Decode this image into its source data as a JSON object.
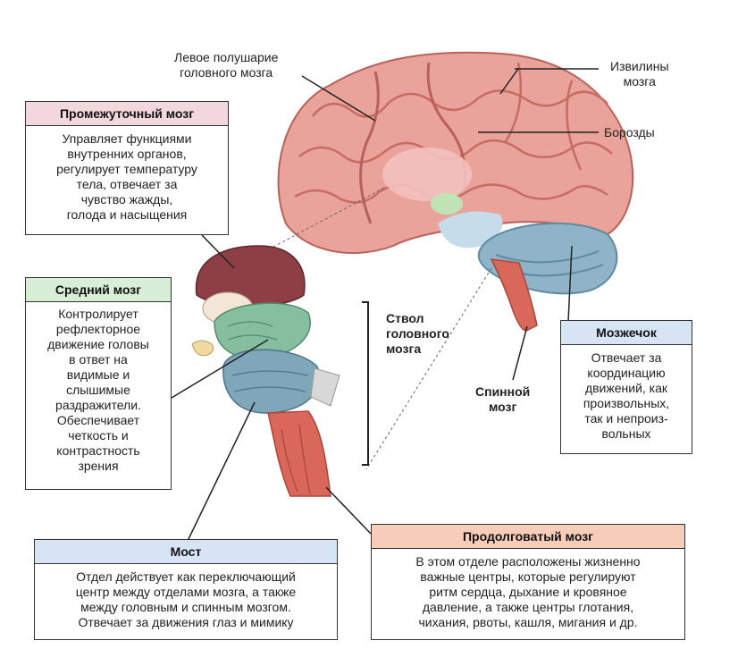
{
  "labels": {
    "left_hemisphere": "Левое полушарие\nголовного мозга",
    "gyri": "Извилины\nмозга",
    "sulci": "Борозды",
    "brainstem": "Ствол\nголовного\nмозга",
    "spinal_cord": "Спинной\nмозг"
  },
  "boxes": {
    "diencephalon": {
      "title": "Промежуточный мозг",
      "text": "Управляет функциями\nвнутренних органов,\nрегулирует температуру\nтела, отвечает за\nчувство жажды,\nголода и насыщения",
      "color": "#f2d7dd"
    },
    "midbrain": {
      "title": "Средний мозг",
      "text": "Контролирует\nрефлекторное\nдвижение головы\nв ответ на\nвидимые и\nслышимые\nраздражители.\nОбеспечивает\nчеткость и\nконтрастность\nзрения",
      "color": "#d9eed6"
    },
    "pons": {
      "title": "Мост",
      "text": "Отдел действует как переключающий\nцентр между отделами мозга, а также\nмежду головным и спинным мозгом.\nОтвечает за движения глаз и мимику",
      "color": "#d6e4f3"
    },
    "medulla": {
      "title": "Продолговатый мозг",
      "text": "В этом отделе расположены жизненно\nважные центры, которые регулируют\nритм сердца, дыхание и кровяное\nдавление, а также центры глотания,\nчихания, рвоты, кашля, мигания и др.",
      "color": "#f6cdb9"
    },
    "cerebellum": {
      "title": "Мозжечок",
      "text": "Отвечает за\nкоординацию\nдвижений, как\nпроизвольных,\nтак и непроиз-\nвольных",
      "color": "#d6e4f3"
    }
  },
  "colors": {
    "cortex": "#e9a39a",
    "cortex_dark": "#c76b63",
    "cerebellum": "#8fb3c7",
    "stem_blue": "#7fa6b9",
    "stem_green": "#86bfa0",
    "thalamus": "#8e3e45",
    "spinal": "#d9675a"
  }
}
